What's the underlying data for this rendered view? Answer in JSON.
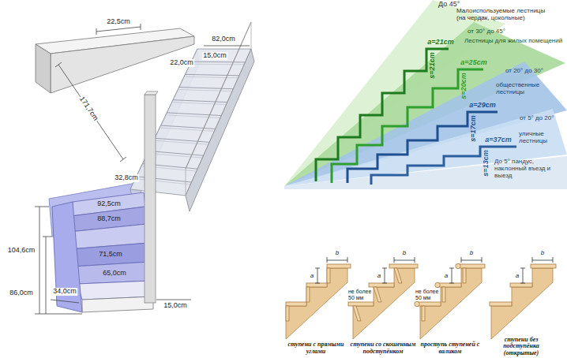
{
  "diagram": {
    "labels": [
      "22,5cm",
      "82,0cm",
      "22,0cm",
      "15,0cm",
      "171,7cm",
      "32,8cm",
      "92,5cm",
      "88,7cm",
      "71,5cm",
      "65,0cm",
      "104,6cm",
      "86,0cm",
      "34,0cm",
      "15,0cm",
      "До 45°",
      "Малоиспользуемые лестницы (на чердак, цокольные)",
      "от 30° до 45°",
      "Лестницы для жилых помещений",
      "от 20° до 30°",
      "общественные лестницы",
      "от 5° до 20°",
      "уличные лестницы",
      "До 5° пандус, наклонный въезд и выезд",
      "a=21cm",
      "s=21cm",
      "a=25cm",
      "s=20cm",
      "a=29cm",
      "s=17cm",
      "a=37cm",
      "s=13cm",
      "b",
      "a",
      "b",
      "a",
      "не более 50 мм",
      "b",
      "a",
      "не более 50 мм",
      "b",
      "a",
      "ступени с прямыми углами",
      "ступени со скошенным подступёнком",
      "проступь ступеней с валиком",
      "ступени без подступёнка (открытые)"
    ]
  }
}
